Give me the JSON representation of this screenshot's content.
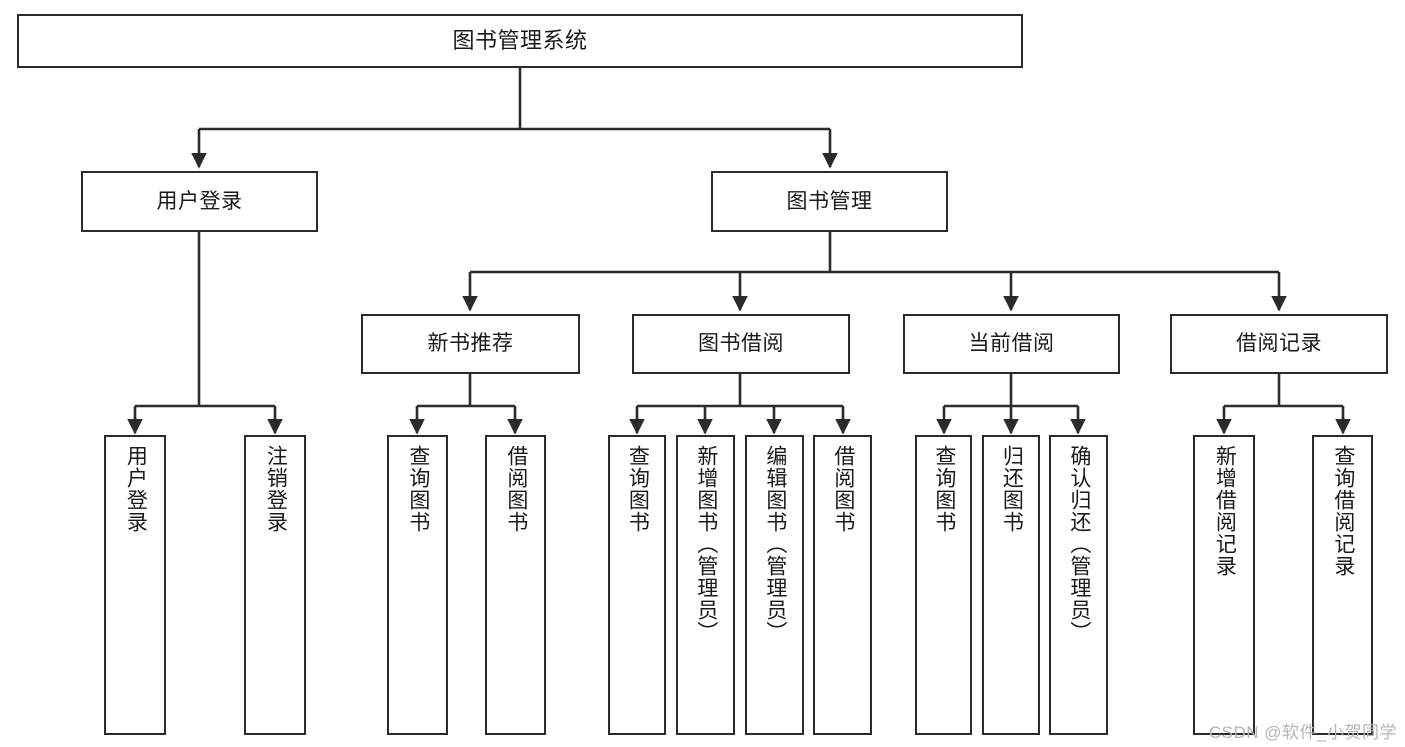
{
  "diagram": {
    "type": "tree-hierarchy-chart",
    "title": "图书管理系统",
    "watermark": "CSDN @软件_小贺同学",
    "colors": {
      "stroke": "#2b2b2b",
      "fill": "#ffffff",
      "text": "#1a1a1a",
      "watermark": "#b4b4b4"
    },
    "nodes": {
      "root": {
        "label": "图书管理系统"
      },
      "level2": [
        {
          "id": "user-login",
          "label": "用户登录"
        },
        {
          "id": "book-manage",
          "label": "图书管理"
        }
      ],
      "level3": [
        {
          "id": "new-book-recommend",
          "label": "新书推荐"
        },
        {
          "id": "book-borrow",
          "label": "图书借阅"
        },
        {
          "id": "current-borrow",
          "label": "当前借阅"
        },
        {
          "id": "borrow-record",
          "label": "借阅记录"
        }
      ],
      "leaves": {
        "user_login": [
          {
            "id": "leaf-user-login",
            "label": "用户登录"
          },
          {
            "id": "leaf-logout-login",
            "label": "注销登录"
          }
        ],
        "new_book_recommend": [
          {
            "id": "leaf-query-book-1",
            "label": "查询图书"
          },
          {
            "id": "leaf-borrow-book-1",
            "label": "借阅图书"
          }
        ],
        "book_borrow": [
          {
            "id": "leaf-query-book-2",
            "label": "查询图书"
          },
          {
            "id": "leaf-add-book",
            "label": "新增图书（管理员）"
          },
          {
            "id": "leaf-edit-book",
            "label": "编辑图书（管理员）"
          },
          {
            "id": "leaf-borrow-book-2",
            "label": "借阅图书"
          }
        ],
        "current_borrow": [
          {
            "id": "leaf-query-book-3",
            "label": "查询图书"
          },
          {
            "id": "leaf-return-book",
            "label": "归还图书"
          },
          {
            "id": "leaf-confirm-return",
            "label": "确认归还（管理员）"
          }
        ],
        "borrow_record": [
          {
            "id": "leaf-add-borrow-record",
            "label": "新增借阅记录"
          },
          {
            "id": "leaf-query-borrow-record",
            "label": "查询借阅记录"
          }
        ]
      }
    }
  }
}
